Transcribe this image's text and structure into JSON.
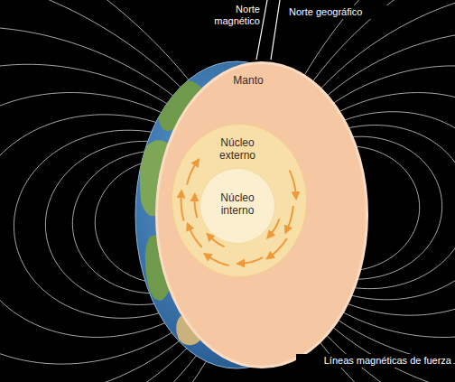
{
  "diagram": {
    "nodes": [
      {
        "text": [
          "Manto"
        ]
      },
      {
        "text": [
          "Núcleo externo"
        ],
        "in": 0
      },
      {
        "text": [
          "Núcleo interno"
        ],
        "in": 1
      }
    ],
    "labels": [
      "Norte magnético",
      "Norte geográfico",
      "Líneas magnéticas de fuerza"
    ]
  }
}
